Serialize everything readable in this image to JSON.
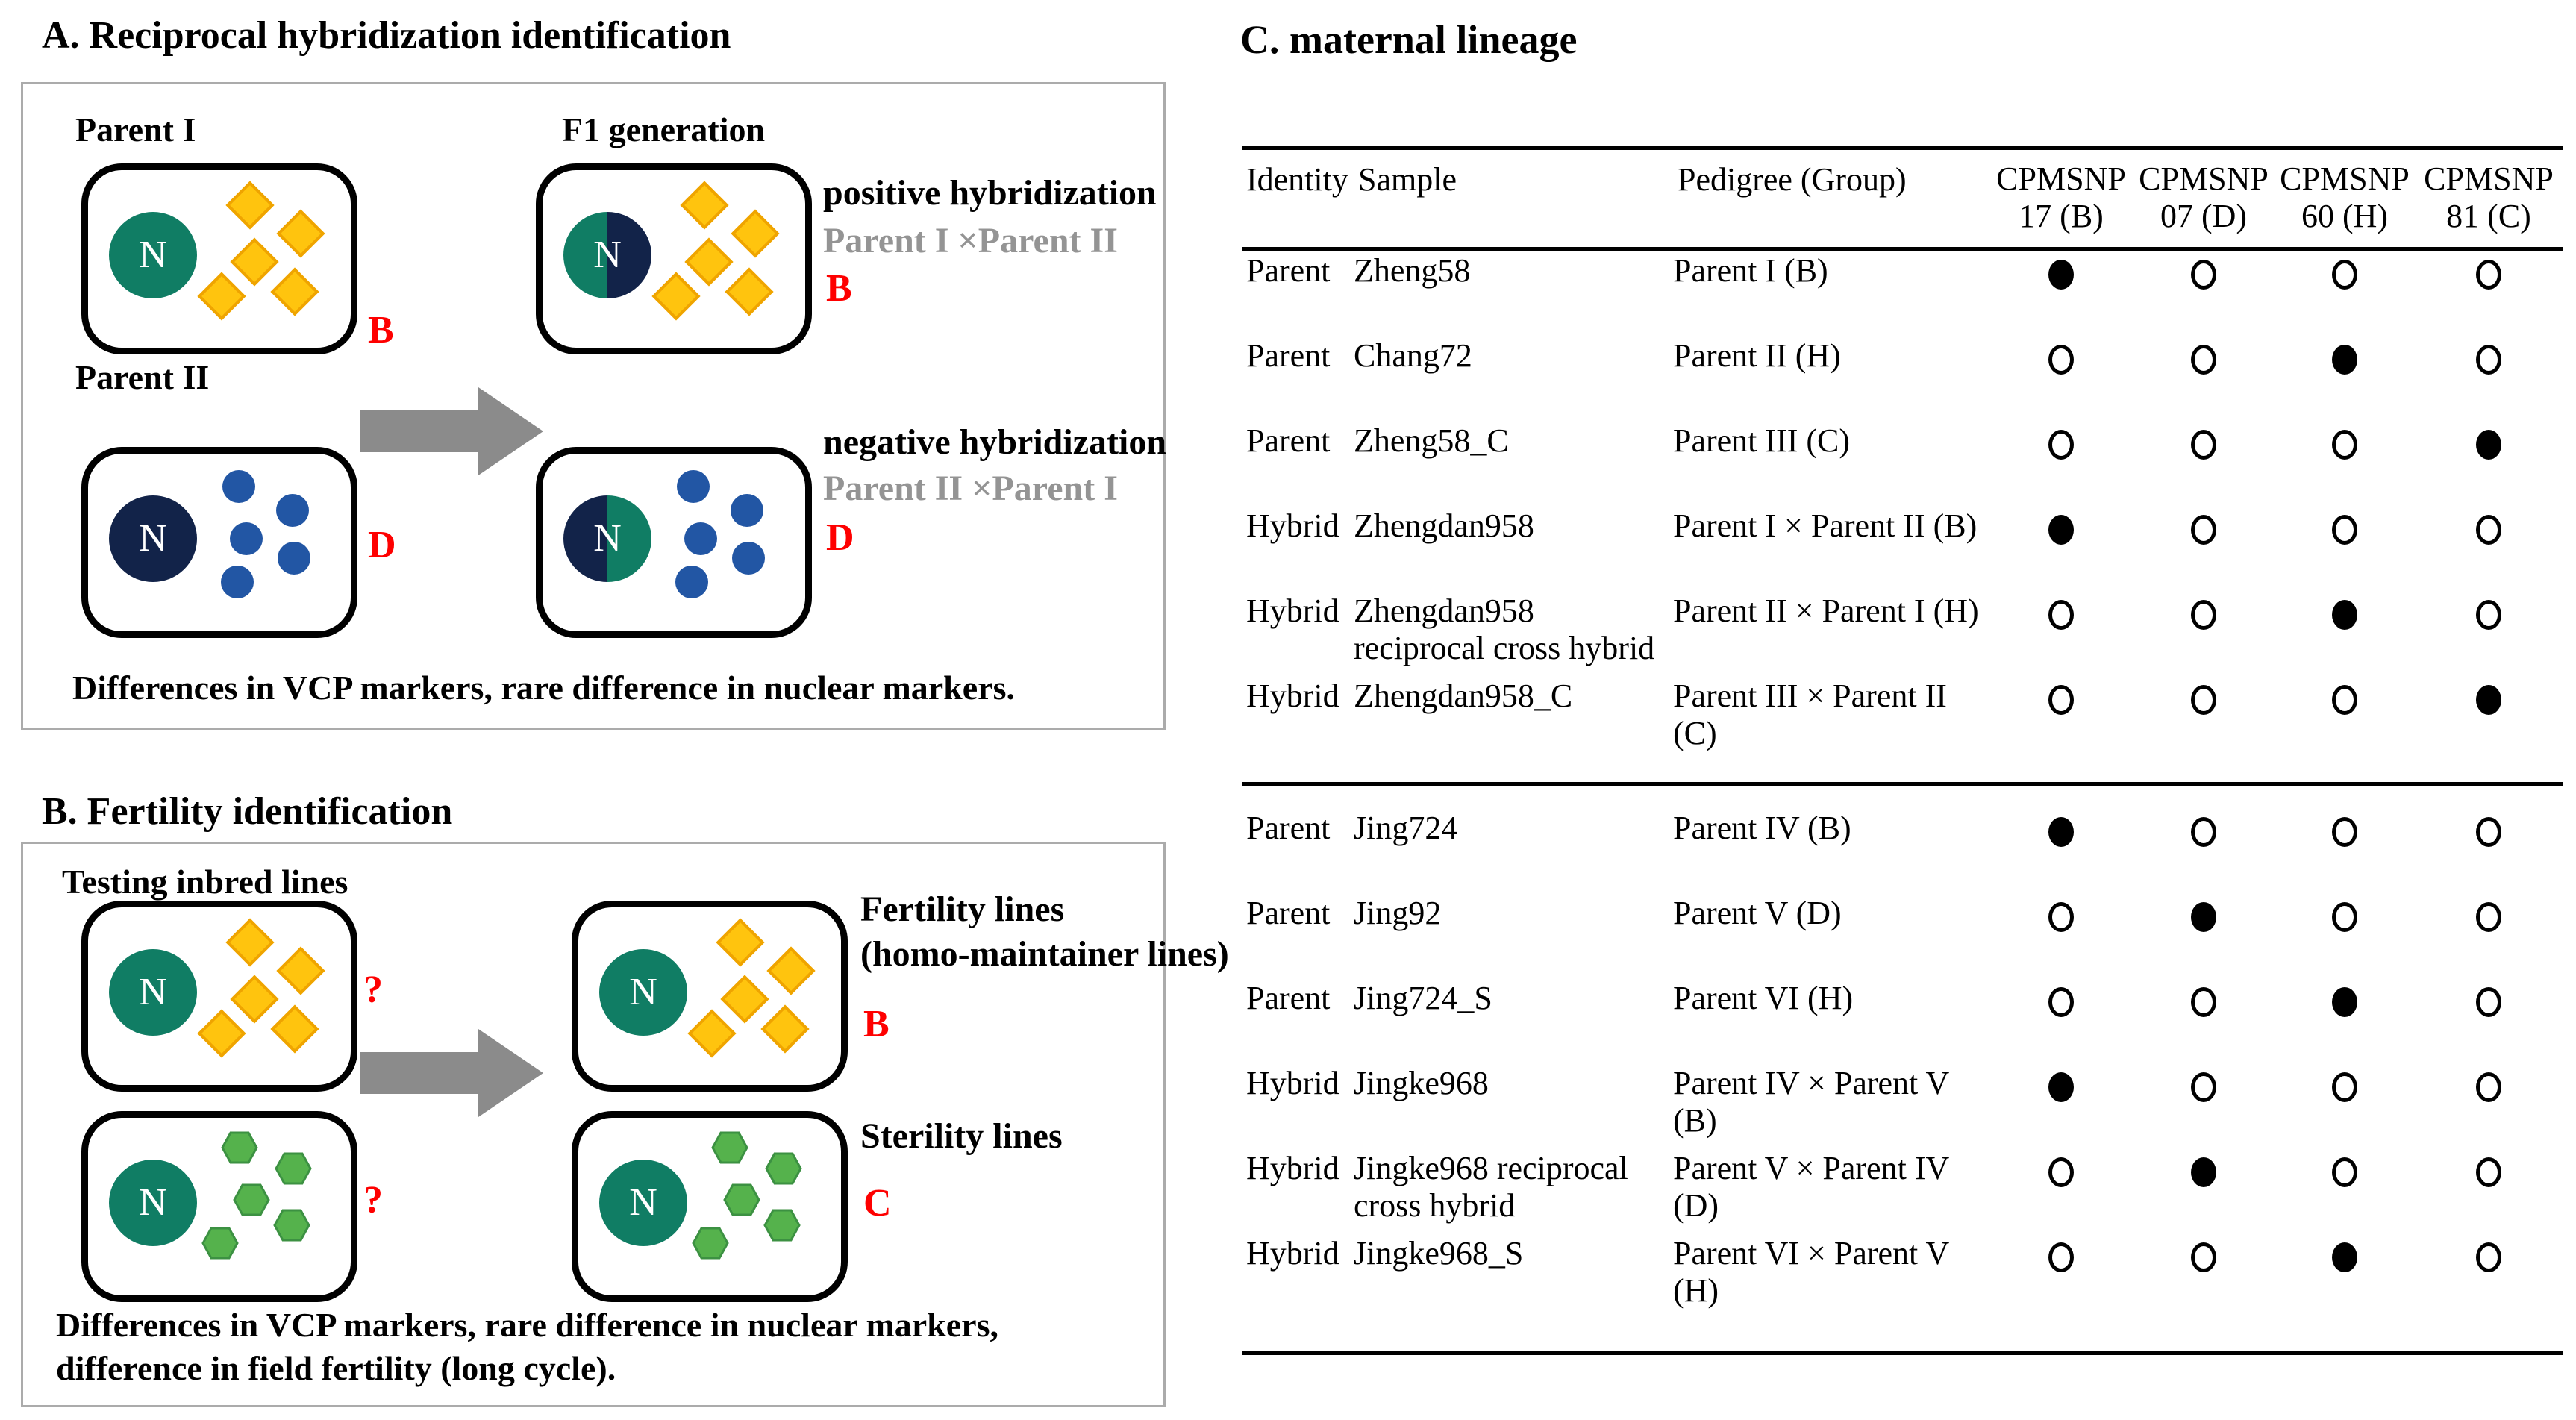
{
  "shared": {
    "nucleus_letter": "N"
  },
  "panel_a": {
    "title": "A. Reciprocal hybridization identification",
    "parent1_label": "Parent I",
    "parent2_label": "Parent II",
    "f1_label": "F1 generation",
    "parent1_group": "B",
    "parent2_group": "D",
    "positive_title": "positive hybridization",
    "positive_cross": "Parent I ×Parent II",
    "positive_group": "B",
    "negative_title": "negative hybridization",
    "negative_cross": "Parent II ×Parent I",
    "negative_group": "D",
    "footnote": "Differences in VCP markers, rare difference in nuclear markers."
  },
  "panel_b": {
    "title": "B. Fertility identification",
    "testing_label": "Testing inbred lines",
    "question_mark_1": "?",
    "question_mark_2": "?",
    "fertility_line1": "Fertility lines",
    "fertility_line2": "(homo-maintainer lines)",
    "fertility_group": "B",
    "sterility_title": "Sterility lines",
    "sterility_group": "C",
    "footnote_line1": "Differences in VCP markers,  rare difference in nuclear markers,",
    "footnote_line2": "difference in field fertility (long cycle)."
  },
  "panel_c": {
    "title": "C. maternal lineage",
    "table": {
      "text_headers": [
        "Identity",
        "Sample",
        "Pedigree (Group)"
      ],
      "marker_headers": [
        {
          "line1": "CPMSNP",
          "line2": "17 (B)"
        },
        {
          "line1": "CPMSNP",
          "line2": "07 (D)"
        },
        {
          "line1": "CPMSNP",
          "line2": "60 (H)"
        },
        {
          "line1": "CPMSNP",
          "line2": "81 (C)"
        }
      ],
      "groups": [
        {
          "rows": [
            {
              "identity": "Parent",
              "sample_lines": [
                "Zheng58"
              ],
              "pedigree": "Parent I (B)",
              "dots": [
                1,
                0,
                0,
                0
              ]
            },
            {
              "identity": "Parent",
              "sample_lines": [
                "Chang72"
              ],
              "pedigree": "Parent II (H)",
              "dots": [
                0,
                0,
                1,
                0
              ]
            },
            {
              "identity": "Parent",
              "sample_lines": [
                "Zheng58_C"
              ],
              "pedigree": "Parent III (C)",
              "dots": [
                0,
                0,
                0,
                1
              ]
            },
            {
              "identity": "Hybrid",
              "sample_lines": [
                "Zhengdan958"
              ],
              "pedigree": "Parent I × Parent II (B)",
              "dots": [
                1,
                0,
                0,
                0
              ]
            },
            {
              "identity": "Hybrid",
              "sample_lines": [
                "Zhengdan958",
                "reciprocal cross hybrid"
              ],
              "pedigree": "Parent II × Parent I (H)",
              "dots": [
                0,
                0,
                1,
                0
              ]
            },
            {
              "identity": "Hybrid",
              "sample_lines": [
                "Zhengdan958_C"
              ],
              "pedigree": "Parent III × Parent II (C)",
              "dots": [
                0,
                0,
                0,
                1
              ]
            }
          ]
        },
        {
          "rows": [
            {
              "identity": "Parent",
              "sample_lines": [
                "Jing724"
              ],
              "pedigree": "Parent IV (B)",
              "dots": [
                1,
                0,
                0,
                0
              ]
            },
            {
              "identity": "Parent",
              "sample_lines": [
                "Jing92"
              ],
              "pedigree": "Parent V (D)",
              "dots": [
                0,
                1,
                0,
                0
              ]
            },
            {
              "identity": "Parent",
              "sample_lines": [
                "Jing724_S"
              ],
              "pedigree": "Parent VI (H)",
              "dots": [
                0,
                0,
                1,
                0
              ]
            },
            {
              "identity": "Hybrid",
              "sample_lines": [
                "Jingke968"
              ],
              "pedigree": "Parent IV × Parent V (B)",
              "dots": [
                1,
                0,
                0,
                0
              ]
            },
            {
              "identity": "Hybrid",
              "sample_lines": [
                "Jingke968 reciprocal",
                "cross hybrid"
              ],
              "pedigree": "Parent V × Parent IV (D)",
              "dots": [
                0,
                1,
                0,
                0
              ]
            },
            {
              "identity": "Hybrid",
              "sample_lines": [
                "Jingke968_S"
              ],
              "pedigree": "Parent VI × Parent V (H)",
              "dots": [
                0,
                0,
                1,
                0
              ]
            }
          ]
        }
      ]
    }
  },
  "colors": {
    "green_nucleus": "#107d64",
    "navy_nucleus": "#122349",
    "diamond_fill": "#ffc40e",
    "diamond_border": "#efa400",
    "blue_marker": "#2256a4",
    "hexagon_fill": "#55b24c",
    "hexagon_border": "#3c9142",
    "red_label": "#fe0000",
    "gray_cross_text": "#949494",
    "arrow_gray": "#8b8b8b",
    "box_border_gray": "#ababab",
    "dot_black": "#000000"
  }
}
